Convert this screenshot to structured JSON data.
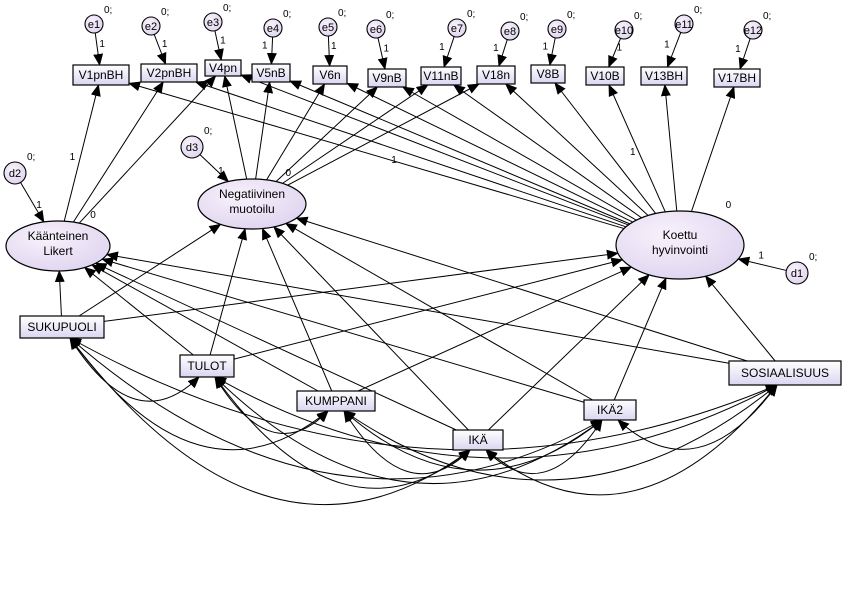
{
  "diagram": {
    "observed": [
      {
        "id": "V1pnBH",
        "label": "V1pnBH"
      },
      {
        "id": "V2pnBH",
        "label": "V2pnBH"
      },
      {
        "id": "V4pn",
        "label": "V4pn"
      },
      {
        "id": "V5nB",
        "label": "V5nB"
      },
      {
        "id": "V6n",
        "label": "V6n"
      },
      {
        "id": "V9nB",
        "label": "V9nB"
      },
      {
        "id": "V11nB",
        "label": "V11nB"
      },
      {
        "id": "V18n",
        "label": "V18n"
      },
      {
        "id": "V8B",
        "label": "V8B"
      },
      {
        "id": "V10B",
        "label": "V10B"
      },
      {
        "id": "V13BH",
        "label": "V13BH"
      },
      {
        "id": "V17BH",
        "label": "V17BH"
      },
      {
        "id": "SUKUPUOLI",
        "label": "SUKUPUOLI"
      },
      {
        "id": "TULOT",
        "label": "TULOT"
      },
      {
        "id": "KUMPPANI",
        "label": "KUMPPANI"
      },
      {
        "id": "IKA",
        "label": "IKÄ"
      },
      {
        "id": "IKA2",
        "label": "IKÄ2"
      },
      {
        "id": "SOSIAALISUUS",
        "label": "SOSIAALISUUS"
      }
    ],
    "latent": [
      {
        "id": "KL",
        "lines": [
          "Käänteinen",
          "Likert"
        ],
        "variance": "0"
      },
      {
        "id": "NM",
        "lines": [
          "Negatiivinen",
          "muotoilu"
        ],
        "variance": "0"
      },
      {
        "id": "KH",
        "lines": [
          "Koettu",
          "hyvinvointi"
        ],
        "variance": "0"
      }
    ],
    "errors": [
      {
        "id": "e1",
        "label": "e1",
        "variance": "0;",
        "target": "V1pnBH",
        "weight": "1"
      },
      {
        "id": "e2",
        "label": "e2",
        "variance": "0;",
        "target": "V2pnBH",
        "weight": "1"
      },
      {
        "id": "e3",
        "label": "e3",
        "variance": "0;",
        "target": "V4pn",
        "weight": "1"
      },
      {
        "id": "e4",
        "label": "e4",
        "variance": "0;",
        "target": "V5nB",
        "weight": "1"
      },
      {
        "id": "e5",
        "label": "e5",
        "variance": "0;",
        "target": "V6n",
        "weight": "1"
      },
      {
        "id": "e6",
        "label": "e6",
        "variance": "0;",
        "target": "V9nB",
        "weight": "1"
      },
      {
        "id": "e7",
        "label": "e7",
        "variance": "0;",
        "target": "V11nB",
        "weight": "1"
      },
      {
        "id": "e8",
        "label": "e8",
        "variance": "0;",
        "target": "V18n",
        "weight": "1"
      },
      {
        "id": "e9",
        "label": "e9",
        "variance": "0;",
        "target": "V8B",
        "weight": "1"
      },
      {
        "id": "e10",
        "label": "e10",
        "variance": "0;",
        "target": "V10B",
        "weight": "1"
      },
      {
        "id": "e11",
        "label": "e11",
        "variance": "0;",
        "target": "V13BH",
        "weight": "1"
      },
      {
        "id": "e12",
        "label": "e12",
        "variance": "0;",
        "target": "V17BH",
        "weight": "1"
      },
      {
        "id": "d1",
        "label": "d1",
        "variance": "0;",
        "target": "KH",
        "weight": "1"
      },
      {
        "id": "d2",
        "label": "d2",
        "variance": "0;",
        "target": "KL",
        "weight": "1"
      },
      {
        "id": "d3",
        "label": "d3",
        "variance": "0;",
        "target": "NM",
        "weight": "1"
      }
    ],
    "loadings": [
      {
        "from": "KL",
        "to": "V1pnBH",
        "weight": "1"
      },
      {
        "from": "KL",
        "to": "V2pnBH"
      },
      {
        "from": "KL",
        "to": "V4pn"
      },
      {
        "from": "NM",
        "to": "V4pn"
      },
      {
        "from": "NM",
        "to": "V5nB"
      },
      {
        "from": "NM",
        "to": "V6n"
      },
      {
        "from": "NM",
        "to": "V9nB"
      },
      {
        "from": "NM",
        "to": "V11nB"
      },
      {
        "from": "NM",
        "to": "V18n"
      },
      {
        "from": "KH",
        "to": "V1pnBH",
        "weight": "1"
      },
      {
        "from": "KH",
        "to": "V2pnBH"
      },
      {
        "from": "KH",
        "to": "V4pn"
      },
      {
        "from": "KH",
        "to": "V5nB"
      },
      {
        "from": "KH",
        "to": "V6n"
      },
      {
        "from": "KH",
        "to": "V9nB"
      },
      {
        "from": "KH",
        "to": "V11nB"
      },
      {
        "from": "KH",
        "to": "V18n"
      },
      {
        "from": "KH",
        "to": "V8B"
      },
      {
        "from": "KH",
        "to": "V10B",
        "weight": "1"
      },
      {
        "from": "KH",
        "to": "V13BH"
      },
      {
        "from": "KH",
        "to": "V17BH"
      }
    ],
    "paths": [
      {
        "from": "SUKUPUOLI",
        "to": "KL"
      },
      {
        "from": "SUKUPUOLI",
        "to": "NM"
      },
      {
        "from": "SUKUPUOLI",
        "to": "KH"
      },
      {
        "from": "TULOT",
        "to": "KL"
      },
      {
        "from": "TULOT",
        "to": "NM"
      },
      {
        "from": "TULOT",
        "to": "KH"
      },
      {
        "from": "KUMPPANI",
        "to": "KL"
      },
      {
        "from": "KUMPPANI",
        "to": "NM"
      },
      {
        "from": "KUMPPANI",
        "to": "KH"
      },
      {
        "from": "IKA",
        "to": "KL"
      },
      {
        "from": "IKA",
        "to": "NM"
      },
      {
        "from": "IKA",
        "to": "KH"
      },
      {
        "from": "IKA2",
        "to": "KL"
      },
      {
        "from": "IKA2",
        "to": "NM"
      },
      {
        "from": "IKA2",
        "to": "KH"
      },
      {
        "from": "SOSIAALISUUS",
        "to": "KL"
      },
      {
        "from": "SOSIAALISUUS",
        "to": "NM"
      },
      {
        "from": "SOSIAALISUUS",
        "to": "KH"
      }
    ],
    "covariances": [
      [
        "SUKUPUOLI",
        "TULOT"
      ],
      [
        "SUKUPUOLI",
        "KUMPPANI"
      ],
      [
        "SUKUPUOLI",
        "IKA"
      ],
      [
        "SUKUPUOLI",
        "IKA2"
      ],
      [
        "SUKUPUOLI",
        "SOSIAALISUUS"
      ],
      [
        "TULOT",
        "KUMPPANI"
      ],
      [
        "TULOT",
        "IKA"
      ],
      [
        "TULOT",
        "IKA2"
      ],
      [
        "TULOT",
        "SOSIAALISUUS"
      ],
      [
        "KUMPPANI",
        "IKA"
      ],
      [
        "KUMPPANI",
        "IKA2"
      ],
      [
        "KUMPPANI",
        "SOSIAALISUUS"
      ],
      [
        "IKA",
        "IKA2"
      ],
      [
        "IKA",
        "SOSIAALISUUS"
      ],
      [
        "IKA2",
        "SOSIAALISUUS"
      ]
    ],
    "colors": {
      "box_fill_top": "#ffffff",
      "box_fill_bottom": "#d9d6f0",
      "ellipse_fill": "#e6dcf2",
      "stroke": "#000000"
    }
  }
}
